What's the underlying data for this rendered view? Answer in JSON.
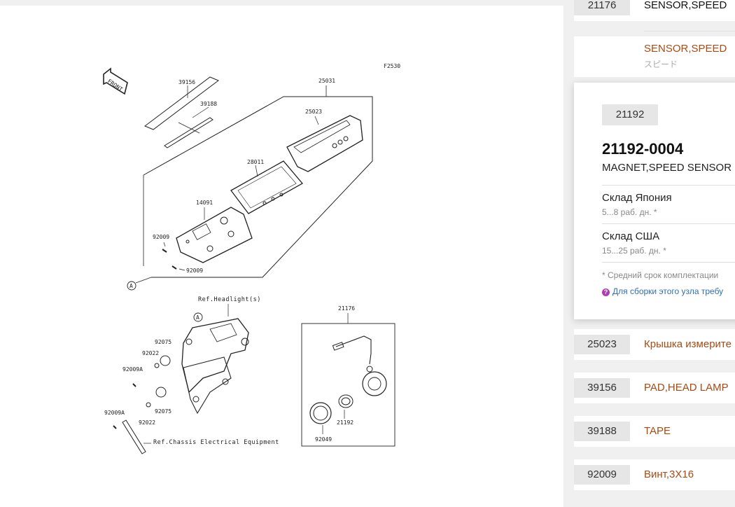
{
  "diagram": {
    "figure_code": "F2530",
    "front_label": "FRONT",
    "callouts": [
      "39156",
      "39188",
      "25031",
      "25023",
      "28011",
      "14091",
      "92009",
      "92009",
      "21176",
      "92075",
      "92022",
      "92009A",
      "92075",
      "92009A",
      "92022",
      "21192",
      "92049"
    ],
    "ref_headlight": "Ref.Headlight(s)",
    "ref_chassis": "Ref.Chassis Electrical Equipment",
    "marker": "A"
  },
  "parts_list": {
    "top_row": {
      "number": "21176",
      "name": "SENSOR,SPEED"
    },
    "alt_name": {
      "name": "SENSOR,SPEED",
      "sub": "スピード"
    },
    "card": {
      "number": "21192",
      "code": "21192-0004",
      "description": "MAGNET,SPEED SENSOR",
      "warehouses": [
        {
          "name": "Склад Япония",
          "days": "5...8 раб. дн. *"
        },
        {
          "name": "Склад США",
          "days": "15...25 раб. дн. *"
        }
      ],
      "note": "* Средний срок комплектации",
      "assembly_link": "Для сборки этого узла требу"
    },
    "rows": [
      {
        "number": "25023",
        "name": "Крышка измерите"
      },
      {
        "number": "39156",
        "name": "PAD,HEAD LAMP"
      },
      {
        "number": "39188",
        "name": "TAPE"
      },
      {
        "number": "92009",
        "name": "Винт,3X16"
      }
    ]
  },
  "colors": {
    "part_name": "#a84a12",
    "link": "#2f6fb5",
    "number_bg": "#e6e6e6",
    "help_icon": "#b03bb0"
  }
}
